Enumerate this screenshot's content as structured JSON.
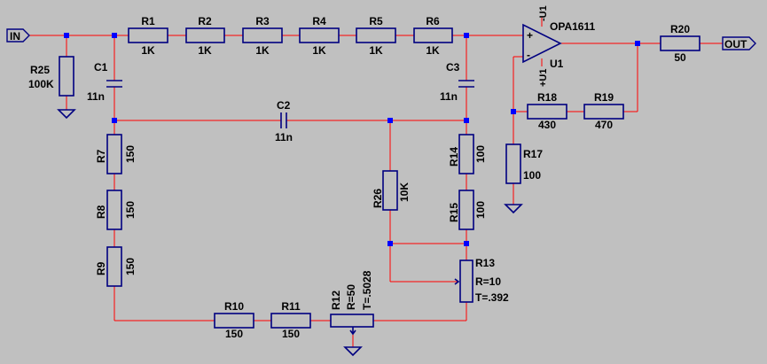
{
  "ports": {
    "input": "IN",
    "output": "OUT"
  },
  "resistors": {
    "R1": {
      "name": "R1",
      "value": "1K"
    },
    "R2": {
      "name": "R2",
      "value": "1K"
    },
    "R3": {
      "name": "R3",
      "value": "1K"
    },
    "R4": {
      "name": "R4",
      "value": "1K"
    },
    "R5": {
      "name": "R5",
      "value": "1K"
    },
    "R6": {
      "name": "R6",
      "value": "1K"
    },
    "R7": {
      "name": "R7",
      "value": "150"
    },
    "R8": {
      "name": "R8",
      "value": "150"
    },
    "R9": {
      "name": "R9",
      "value": "150"
    },
    "R10": {
      "name": "R10",
      "value": "150"
    },
    "R11": {
      "name": "R11",
      "value": "150"
    },
    "R14": {
      "name": "R14",
      "value": "100"
    },
    "R15": {
      "name": "R15",
      "value": "100"
    },
    "R17": {
      "name": "R17",
      "value": "100"
    },
    "R18": {
      "name": "R18",
      "value": "430"
    },
    "R19": {
      "name": "R19",
      "value": "470"
    },
    "R20": {
      "name": "R20",
      "value": "50"
    },
    "R25": {
      "name": "R25",
      "value": "100K"
    },
    "R26": {
      "name": "R26",
      "value": "10K"
    }
  },
  "potentiometers": {
    "R12": {
      "name": "R12",
      "r": "R=50",
      "t": "T=.5028"
    },
    "R13": {
      "name": "R13",
      "r": "R=10",
      "t": "T=.392"
    }
  },
  "capacitors": {
    "C1": {
      "name": "C1",
      "value": "11n"
    },
    "C2": {
      "name": "C2",
      "value": "11n"
    },
    "C3": {
      "name": "C3",
      "value": "11n"
    }
  },
  "opamp": {
    "model": "OPA1611",
    "ref": "U1",
    "supply_pos": "+U1",
    "supply_neg": "-U1",
    "inv_sign": "-",
    "noninv_sign": "+"
  },
  "colors": {
    "wire": "#ff0000",
    "component": "#000080",
    "node": "#0000ff",
    "background": "#c0c0c0"
  }
}
